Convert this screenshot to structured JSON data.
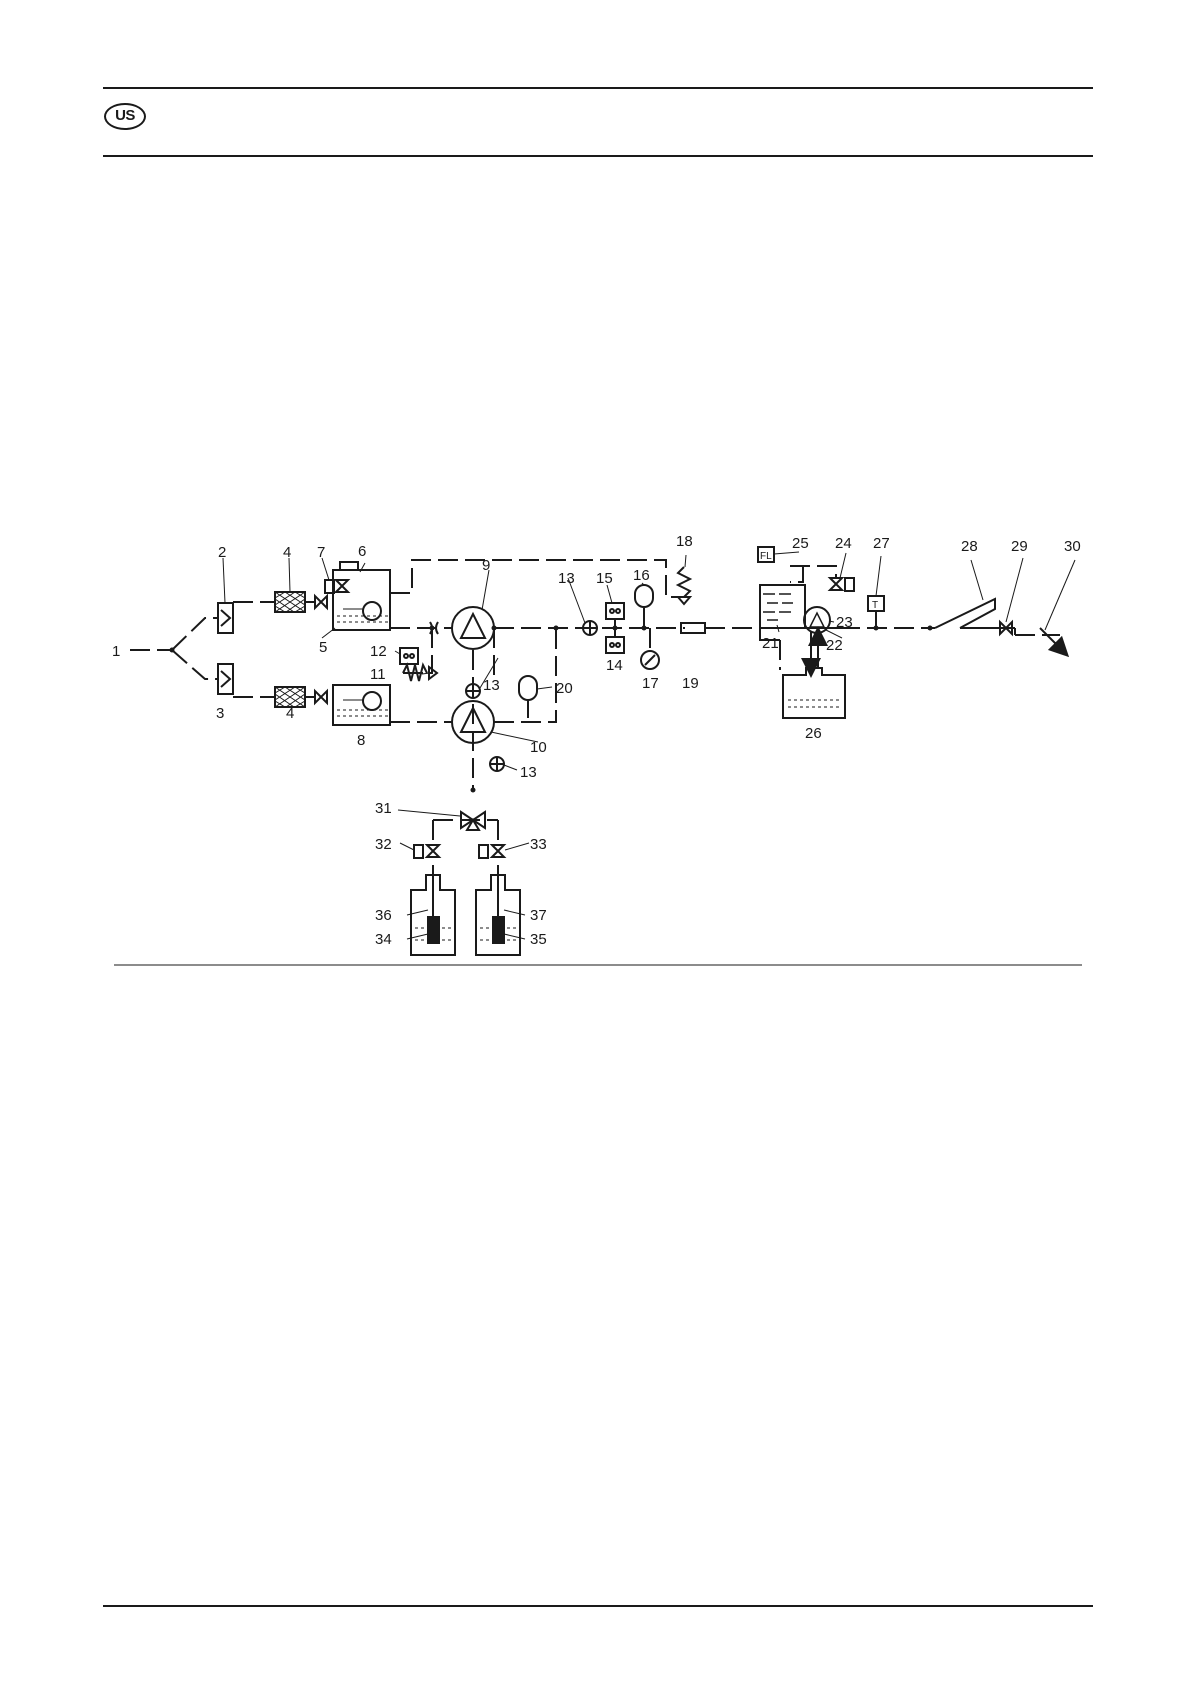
{
  "header": {
    "region_code": "US"
  },
  "diagram": {
    "labels": {
      "l1": "1",
      "l2": "2",
      "l3": "3",
      "l4a": "4",
      "l4b": "4",
      "l5": "5",
      "l6": "6",
      "l7": "7",
      "l8": "8",
      "l9": "9",
      "l10": "10",
      "l11": "11",
      "l12": "12",
      "l13a": "13",
      "l13b": "13",
      "l13c": "13",
      "l14": "14",
      "l15": "15",
      "l16": "16",
      "l17": "17",
      "l18": "18",
      "l19": "19",
      "l20": "20",
      "l21": "21",
      "l22": "22",
      "l23": "23",
      "l24": "24",
      "l25": "25",
      "l26": "26",
      "l27": "27",
      "l28": "28",
      "l29": "29",
      "l30": "30",
      "l31": "31",
      "l32": "32",
      "l33": "33",
      "l34": "34",
      "l35": "35",
      "l36": "36",
      "l37": "37"
    },
    "box_letters": {
      "fl": "FL",
      "t": "T"
    }
  }
}
